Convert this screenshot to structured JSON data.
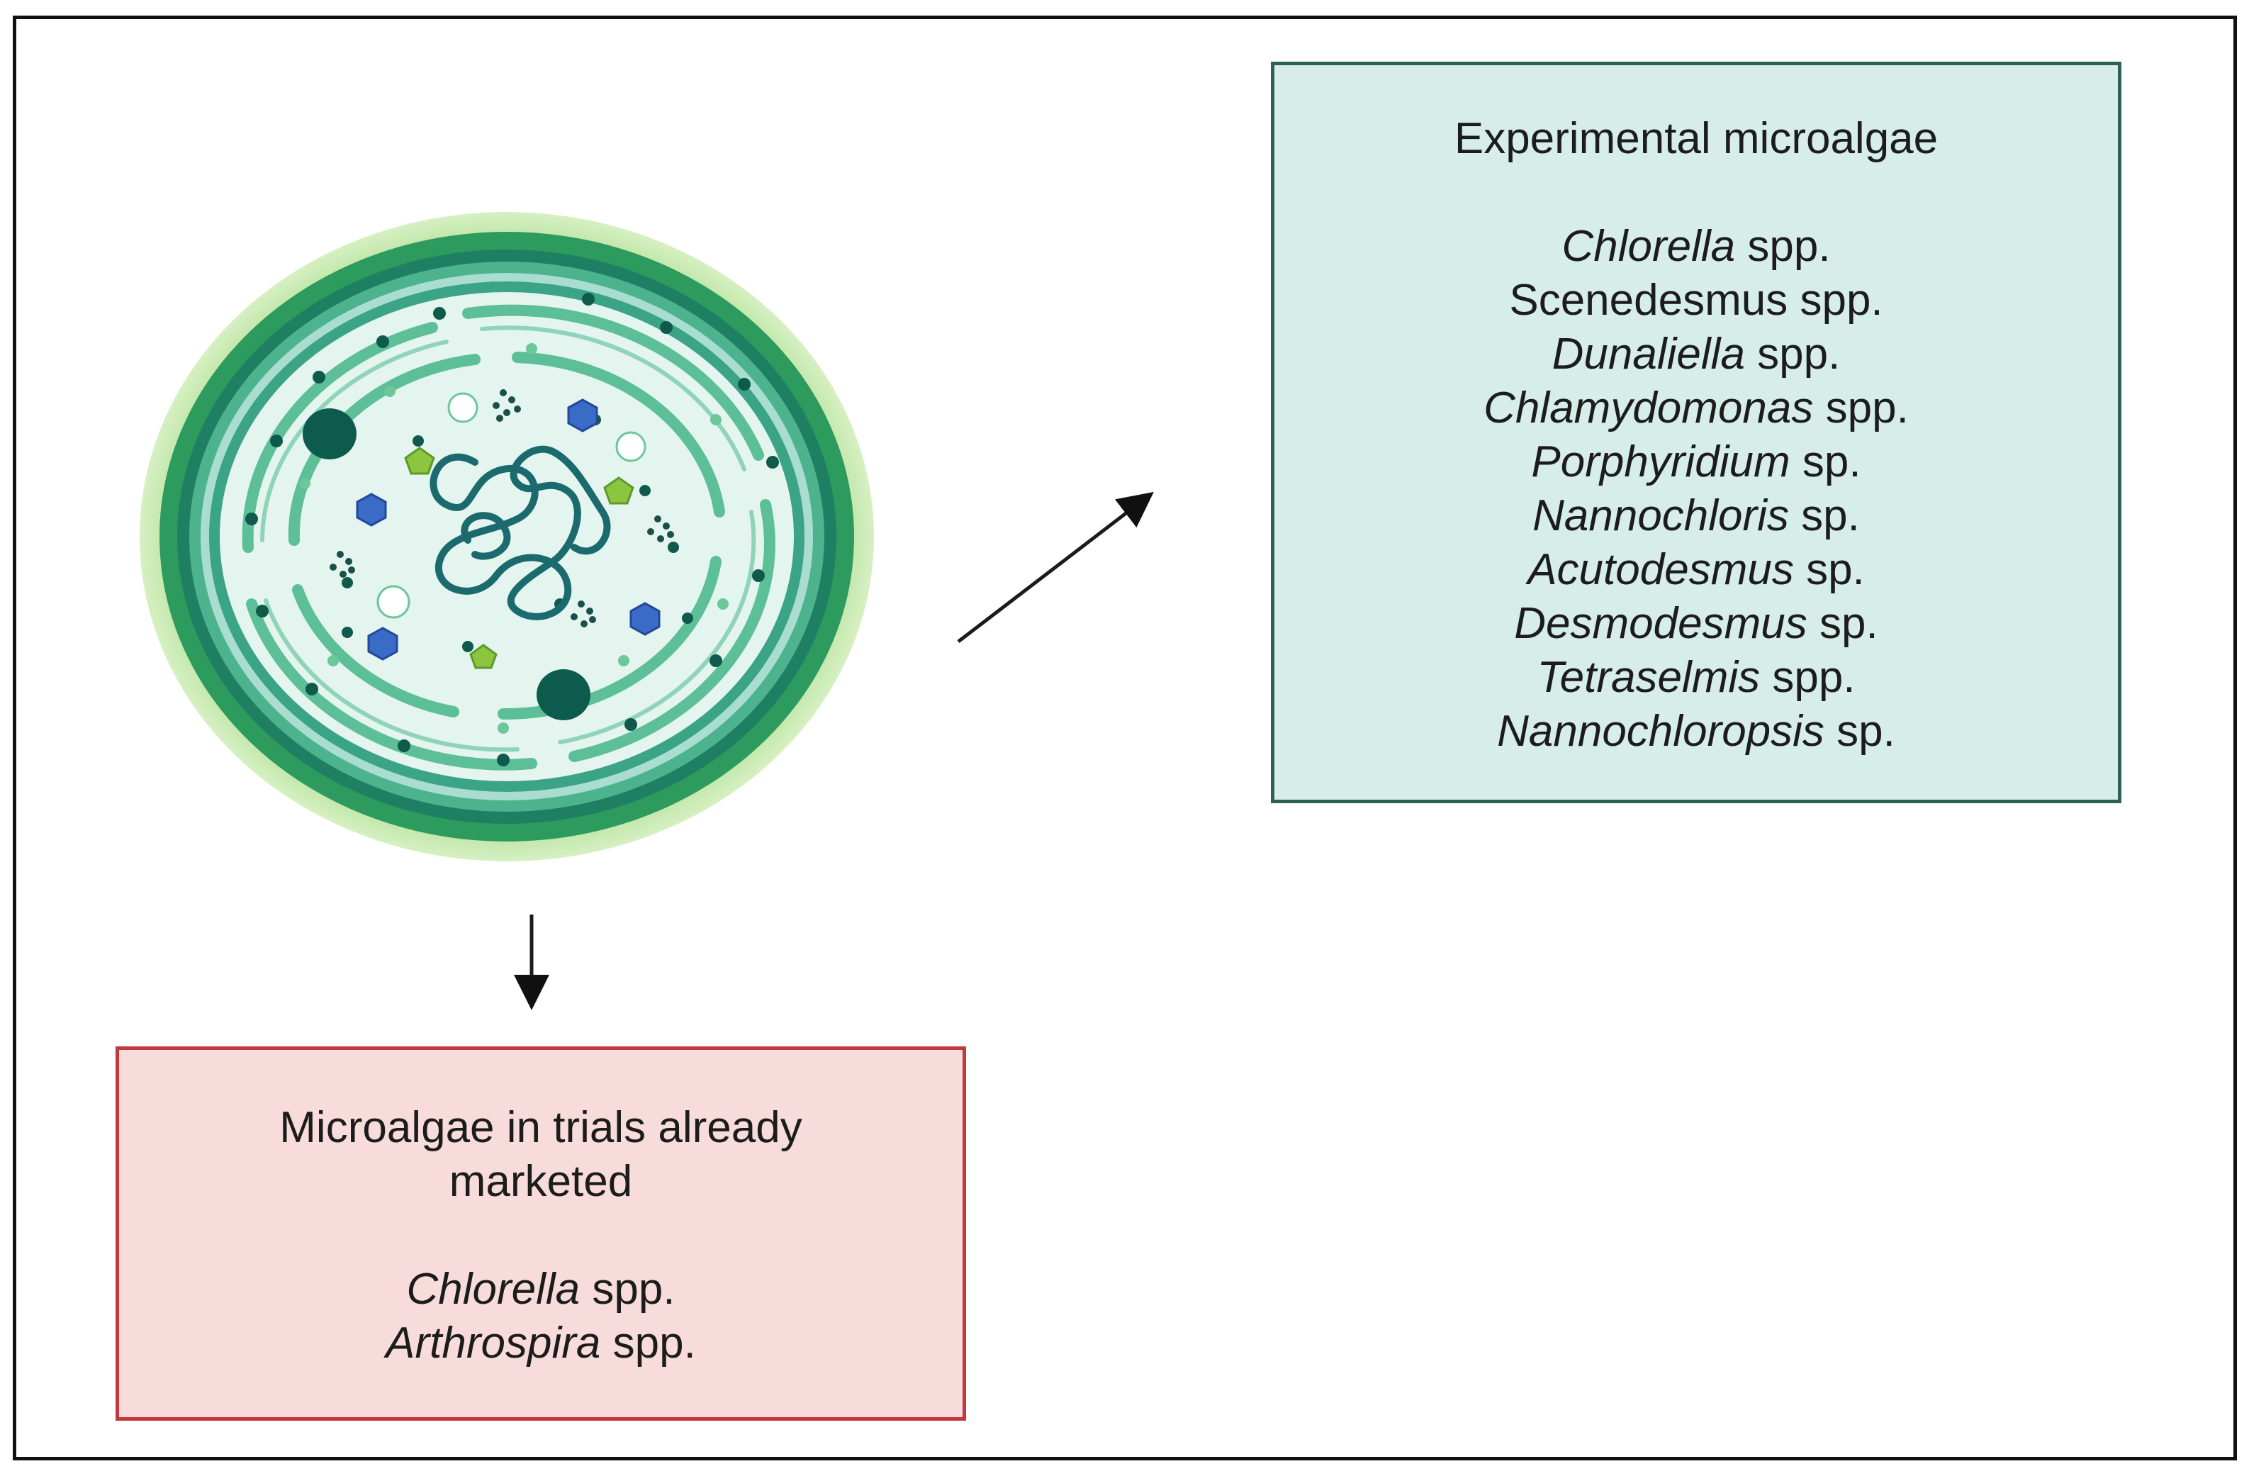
{
  "experimental": {
    "title": "Experimental microalgae",
    "species": [
      {
        "genus": "Chlorella",
        "suffix": " spp.",
        "italic": true
      },
      {
        "genus": "Scenedesmus",
        "suffix": " spp.",
        "italic": false
      },
      {
        "genus": "Dunaliella",
        "suffix": " spp.",
        "italic": true
      },
      {
        "genus": "Chlamydomonas",
        "suffix": " spp.",
        "italic": true
      },
      {
        "genus": "Porphyridium",
        "suffix": " sp.",
        "italic": true
      },
      {
        "genus": "Nannochloris",
        "suffix": " sp.",
        "italic": true
      },
      {
        "genus": "Acutodesmus",
        "suffix": " sp.",
        "italic": true
      },
      {
        "genus": "Desmodesmus",
        "suffix": " sp.",
        "italic": true
      },
      {
        "genus": "Tetraselmis",
        "suffix": " spp.",
        "italic": true
      },
      {
        "genus": "Nannochloropsis",
        "suffix": " sp.",
        "italic": true
      }
    ]
  },
  "marketed": {
    "title_line1": "Microalgae in trials already",
    "title_line2": "marketed",
    "species": [
      {
        "genus": "Chlorella",
        "suffix": " spp.",
        "italic": true
      },
      {
        "genus": "Arthrospira",
        "suffix": " spp.",
        "italic": true
      }
    ]
  },
  "colors": {
    "experimental_fill": "#d6ede9",
    "experimental_border": "#2d6150",
    "marketed_fill": "#f8dcdc",
    "marketed_border": "#c0393b",
    "cell_green": "#2e9e6f",
    "cell_light": "#9fd88a"
  },
  "icons": {
    "cell": "microalgae-cell-illustration",
    "arrow_right": "diagonal-arrow",
    "arrow_down": "down-arrow"
  }
}
